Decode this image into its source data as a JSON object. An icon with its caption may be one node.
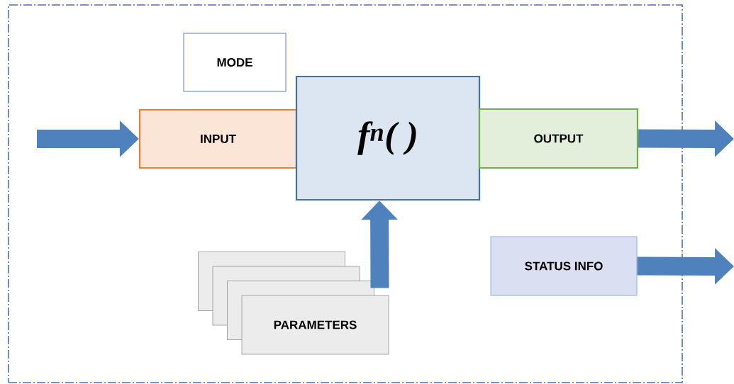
{
  "diagram": {
    "nodes": [
      {
        "text": [],
        "shape": "box"
      },
      {
        "text": [
          "MODE"
        ],
        "in": 0
      },
      {
        "text": [
          "INPUT"
        ],
        "in": 0
      },
      {
        "text": [
          "f$^{n}$( )"
        ],
        "in": 0
      },
      {
        "text": [
          "OUTPUT"
        ],
        "in": 0
      },
      {
        "text": [
          "STATUS INFO"
        ],
        "in": 0
      },
      {
        "text": [
          "PARAMETERS"
        ],
        "in": 0
      }
    ],
    "edges": [
      {
        "from": null,
        "to": 2,
        "arrow": "to"
      },
      {
        "from": 4,
        "to": null,
        "arrow": "to"
      },
      {
        "from": 5,
        "to": null,
        "arrow": "to"
      },
      {
        "from": 6,
        "to": 3,
        "arrow": "to"
      }
    ]
  }
}
